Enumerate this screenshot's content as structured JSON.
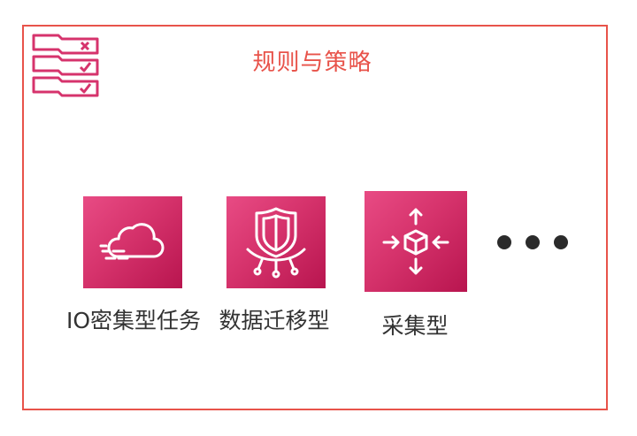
{
  "title": "规则与策略",
  "items": [
    {
      "label": "IO密集型任务",
      "icon": "cloud-icon"
    },
    {
      "label": "数据迁移型",
      "icon": "shield-icon"
    },
    {
      "label": "采集型",
      "icon": "cube-arrows-icon"
    }
  ],
  "more_icon": "ellipsis-icon",
  "header_icon": "checklist-icon",
  "colors": {
    "frame": "#e8534a",
    "title": "#e8534a",
    "accent": "#d6336c",
    "text": "#333333"
  }
}
